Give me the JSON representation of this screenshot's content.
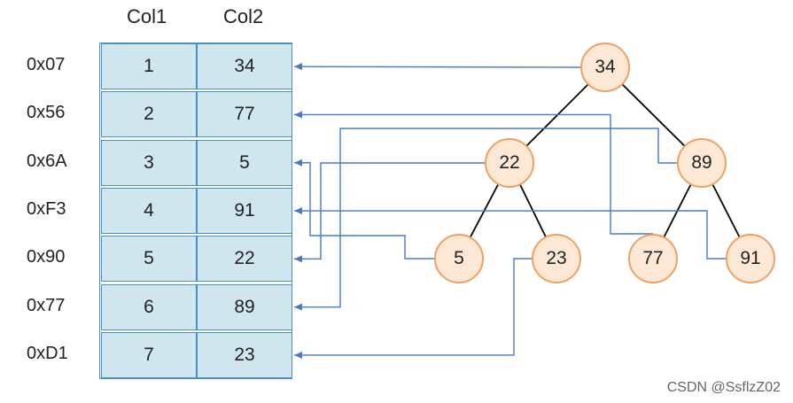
{
  "headers": [
    "Col1",
    "Col2"
  ],
  "rows": [
    {
      "addr": "0x07",
      "col1": "1",
      "col2": "34"
    },
    {
      "addr": "0x56",
      "col1": "2",
      "col2": "77"
    },
    {
      "addr": "0x6A",
      "col1": "3",
      "col2": "5"
    },
    {
      "addr": "0xF3",
      "col1": "4",
      "col2": "91"
    },
    {
      "addr": "0x90",
      "col1": "5",
      "col2": "22"
    },
    {
      "addr": "0x77",
      "col1": "6",
      "col2": "89"
    },
    {
      "addr": "0xD1",
      "col1": "7",
      "col2": "23"
    }
  ],
  "tree": {
    "nodes": [
      "34",
      "22",
      "89",
      "5",
      "23",
      "77",
      "91"
    ],
    "edges": [
      [
        "34",
        "22"
      ],
      [
        "34",
        "89"
      ],
      [
        "22",
        "5"
      ],
      [
        "22",
        "23"
      ],
      [
        "89",
        "77"
      ],
      [
        "89",
        "91"
      ]
    ]
  },
  "pointers": [
    {
      "from": "34",
      "to_row": 0
    },
    {
      "from": "77",
      "to_row": 1
    },
    {
      "from": "5",
      "to_row": 2
    },
    {
      "from": "91",
      "to_row": 3
    },
    {
      "from": "22",
      "to_row": 4
    },
    {
      "from": "89",
      "to_row": 5
    },
    {
      "from": "23",
      "to_row": 6
    }
  ],
  "colors": {
    "table_fill": "#cfe6ee",
    "table_border": "#4a90c0",
    "node_fill": "#fde8d6",
    "node_border": "#f0a060",
    "pointer": "#4a78c8",
    "edge": "#000000"
  },
  "watermark": "CSDN @SsflzZ02"
}
